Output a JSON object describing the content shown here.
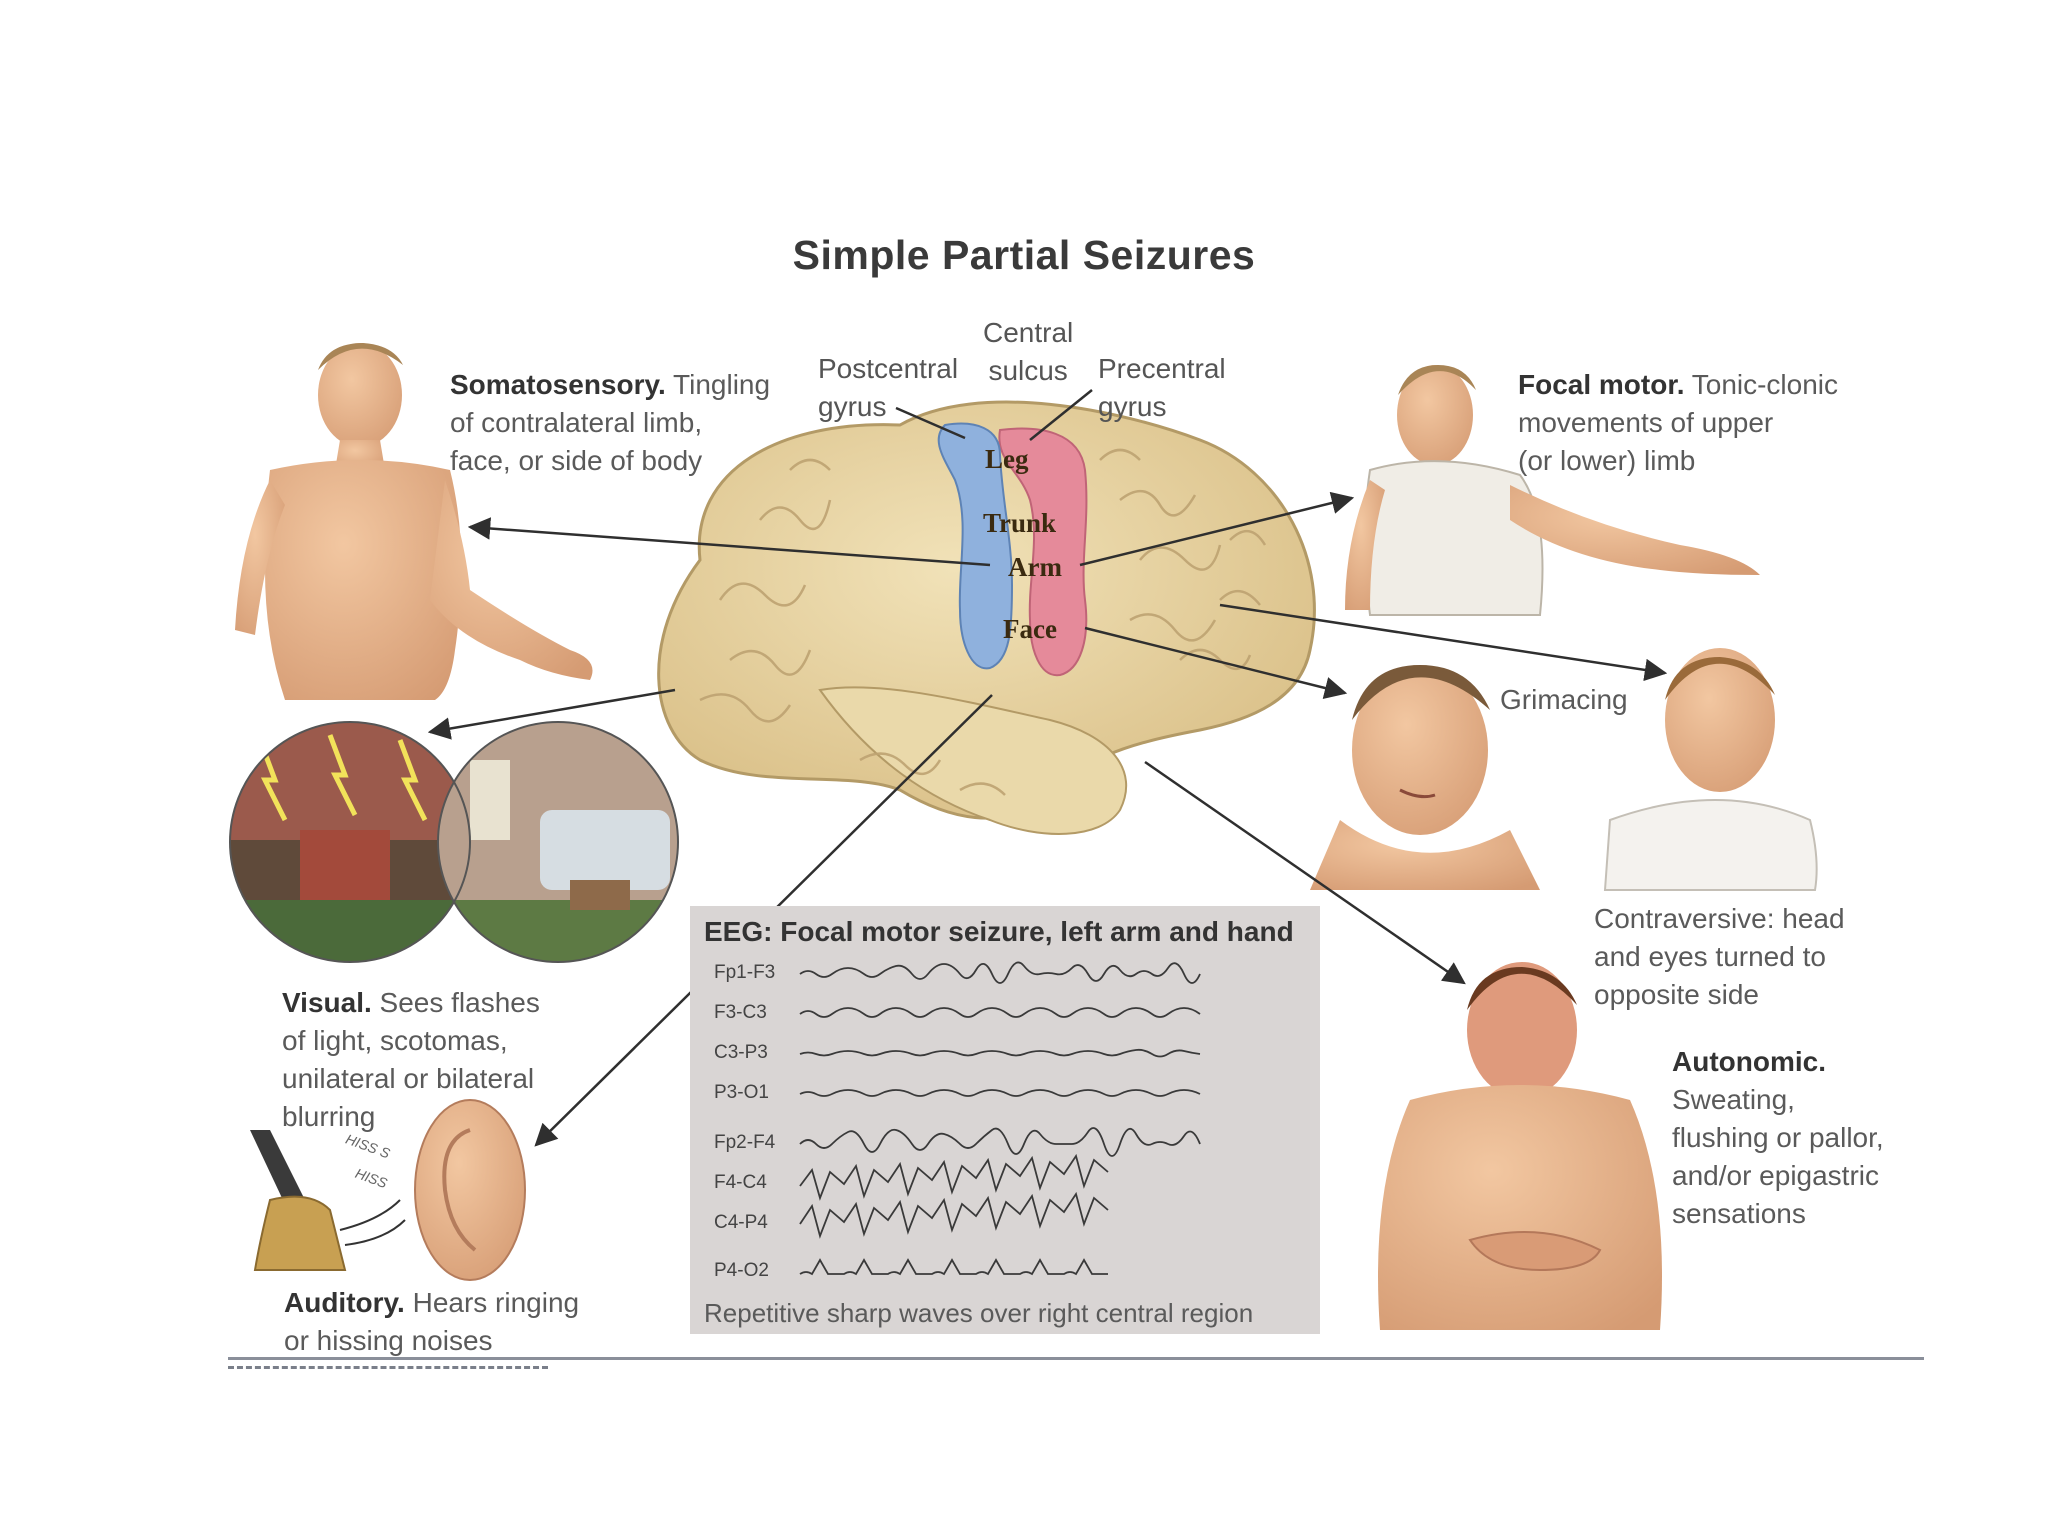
{
  "title": "Simple Partial Seizures",
  "anatomy": {
    "central_sulcus": [
      "Central",
      "sulcus"
    ],
    "postcentral_gyrus": [
      "Postcentral",
      "gyrus"
    ],
    "precentral_gyrus": [
      "Precentral",
      "gyrus"
    ],
    "regions": [
      "Leg",
      "Trunk",
      "Arm",
      "Face"
    ]
  },
  "labels": {
    "somatosensory": {
      "head": "Somatosensory.",
      "lines": [
        " Tingling",
        "of contralateral limb,",
        "face, or side of body"
      ]
    },
    "focal_motor": {
      "head": "Focal motor.",
      "lines": [
        " Tonic-clonic",
        "movements of upper",
        "(or lower) limb"
      ]
    },
    "grimacing": "Grimacing",
    "contraversive": [
      "Contraversive: head",
      "and eyes turned to",
      "opposite side"
    ],
    "visual": {
      "head": "Visual.",
      "lines": [
        " Sees flashes",
        "of light, scotomas,",
        "unilateral or bilateral",
        "blurring"
      ]
    },
    "auditory": {
      "head": "Auditory.",
      "lines": [
        " Hears ringing",
        "or hissing noises"
      ]
    },
    "autonomic": {
      "head": "Autonomic.",
      "lines": [
        "Sweating,",
        "flushing or pallor,",
        "and/or epigastric",
        "sensations"
      ]
    },
    "hiss": [
      "HISS S",
      "HISS"
    ]
  },
  "eeg": {
    "title": "EEG: Focal motor seizure, left arm and hand",
    "channels": [
      "Fp1-F3",
      "F3-C3",
      "C3-P3",
      "P3-O1",
      "Fp2-F4",
      "F4-C4",
      "C4-P4",
      "P4-O2"
    ],
    "caption": "Repetitive sharp waves over right central region"
  },
  "colors": {
    "postcentral": "#8fb1dd",
    "precentral": "#e58a9a",
    "brain": "#e6d3a3",
    "skin": "#e8b48e",
    "arrow": "#2f2f2f"
  }
}
